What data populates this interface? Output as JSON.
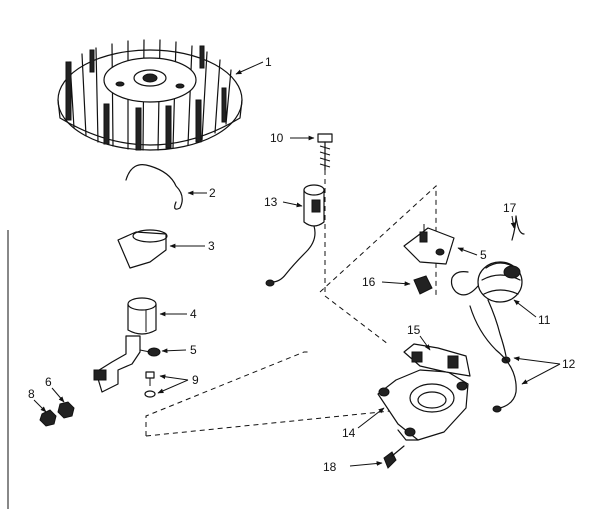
{
  "callouts": {
    "c1": "1",
    "c2": "2",
    "c3": "3",
    "c4": "4",
    "c5a": "5",
    "c5b": "5",
    "c6": "6",
    "c8": "8",
    "c9": "9",
    "c10": "10",
    "c11": "11",
    "c12": "12",
    "c13": "13",
    "c14": "14",
    "c15": "15",
    "c16": "16",
    "c17": "17",
    "c18": "18"
  }
}
